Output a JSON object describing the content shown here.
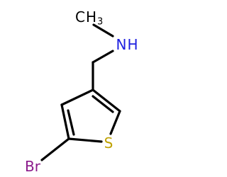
{
  "structure": {
    "atoms": {
      "nitrogen": {
        "element": "N",
        "hydrogens": "H",
        "color": "#1d1fe0"
      },
      "methyl": {
        "element": "C",
        "hydrogens": "H",
        "count": "3",
        "color": "#000000"
      },
      "sulfur": {
        "element": "S",
        "color": "#bfa200"
      },
      "bromine": {
        "element": "Br",
        "color": "#8b1a8b"
      }
    },
    "bond_color": "#000000"
  }
}
